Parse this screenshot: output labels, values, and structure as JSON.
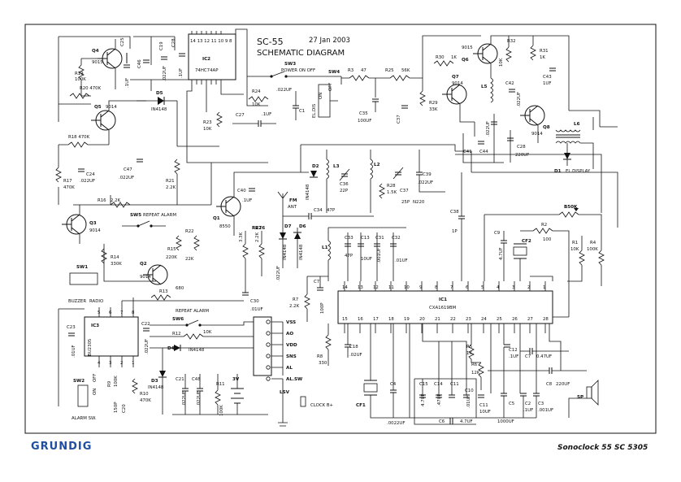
{
  "title": "SC-55",
  "date": "27 Jan 2003",
  "subtitle": "SCHEMATIC DIAGRAM",
  "brand": "GRUNDIG",
  "model": "Sonoclock 55 SC 5305",
  "labels": {
    "q4": "Q4",
    "q4_type": "9015",
    "q5": "Q5",
    "q5_type": "9014",
    "c25": "C25",
    "c46": "C46",
    "c19": "C19",
    "c28": "C28",
    "c19_v": ".022UF",
    "c28_v": ".1UF",
    "c46_v": ".1UF",
    "r19": "R19",
    "r19_v": "100K",
    "r20": "R20 470K",
    "d5": "D5",
    "d5_type": "IN4148",
    "r18": "R18 470K",
    "r17": "R17",
    "r17_v": "470K",
    "c24": "C24",
    "c24_v": ".022UF",
    "c47": "C47",
    "c47_v": ".022UF",
    "r21": "R21",
    "r21_v": "2.2K",
    "ic2": "IC2",
    "ic2_type": "74HC74AP",
    "r24": "R24",
    "r24_v": "10K",
    "r23": "R23",
    "r23_v": "10K",
    "r24_c": ".022UF",
    "c27": "C27",
    "c27_v": ".1UF",
    "c1": "C1",
    "sw3": "SW3",
    "sw3_t": "POWER ON OFF",
    "sw4": "SW4",
    "eldis": "EL.DIS",
    "on": "ON",
    "off": "OFF",
    "r3": "R3",
    "r3_v": "47",
    "r25": "R25",
    "r25_v": "56K",
    "c35": "C35",
    "c35_v": "100UF",
    "r30": "R30",
    "r30_v": "1K",
    "q7": "Q7",
    "q7_type": "9014",
    "r29": "R29",
    "r29_v": "33K",
    "c37": "C37",
    "q6_type": "9015",
    "q6": "Q6",
    "r32": "R32",
    "r32_v": "10K",
    "r31": "R31",
    "r31_v": "1K",
    "c43": "C43",
    "c43_v": "1UF",
    "l5": "L5",
    "c42": "C42",
    "c42_v": ".022UF",
    "q8": "Q8",
    "q8_type": "9014",
    "l6": "L6",
    "c41": "C41",
    "c44": "C44",
    "c44_v": ".022UF",
    "c28b": "C28",
    "c28b_v": "220UF",
    "d1": "D1",
    "d1_t": "EL.DISPLAY",
    "c40": "C40",
    "c40_v": ".1UF",
    "q1": "Q1",
    "q1_type": "8550",
    "d2": "D2",
    "d2_type": "IN4148",
    "l3": "L3",
    "c36": "C36",
    "c36_v": "22P",
    "l2": "L2",
    "r28": "R28",
    "r28_v": "1.5K",
    "c37b": "C37",
    "c39": "C39",
    "c39_v": ".022UF",
    "c25p": "25P",
    "n220": "N220",
    "r16": "R16",
    "r16_v": "2.2K",
    "q3": "Q3",
    "q3_type": "9014",
    "sw5": "SW5",
    "sw5_t": "REPEAT ALARM",
    "r14": "R14",
    "r14_v": "330K",
    "r15": "R15",
    "r15_v": "220K",
    "r22": "R22",
    "r22_v": "22K",
    "q2": "Q2",
    "q2_type": "9014",
    "r13": "R13",
    "r13_v": "680",
    "sw1": "SW1",
    "buzzer": "BUZZER",
    "radio": "RADIO",
    "fm_ant": "FM",
    "ant": "ANT",
    "d7": "D7",
    "d6": "D6",
    "d7_type": "IN4148",
    "d6_type": "IN4148",
    "c34": "C34",
    "c34_v": "47P",
    "r27": "R27",
    "r27_v": "3.3K",
    "r26": "R26",
    "r26_v": "2.2K",
    "c26_v": ".022UF",
    "l1": "L1",
    "c33": "C33",
    "c33_v": "47P",
    "c13": "C13",
    "c13_v": "10UF",
    "c31": "C31",
    "c31_v": ".001UF",
    "c32": "C32",
    "c32_v": ".01UF",
    "c38": "C38",
    "c38_v": "1P",
    "c9": "C9",
    "c9_v": "4.7UF",
    "cf2": "CF2",
    "r2": "R2",
    "r2_v": "100",
    "b50k": "B50K",
    "r1": "R1",
    "r1_v": "10K",
    "r4": "R4",
    "r4_v": "100K",
    "c30": "C30",
    "c30_v": ".01UF",
    "r7": "R7",
    "r7_v": "2.2K",
    "c7": "C7",
    "c7_v": "100P",
    "ic1": "IC1",
    "ic1_type": "CXA1619BM",
    "pins_top": [
      "14",
      "13",
      "12",
      "11",
      "10",
      "9",
      "8",
      "7",
      "6",
      "5",
      "4",
      "3",
      "2",
      "1"
    ],
    "pins_bot": [
      "15",
      "16",
      "17",
      "18",
      "19",
      "20",
      "21",
      "22",
      "23",
      "24",
      "25",
      "26",
      "27",
      "28"
    ],
    "c23": "C23",
    "c23_v": ".01UF",
    "ic3": "IC3",
    "ic3_type": "BU2305",
    "c22": "C22",
    "c22_v": ".022UF",
    "ic3_pins": [
      "5",
      "6",
      "7",
      "8",
      "4",
      "3",
      "2",
      "1"
    ],
    "sw6": "SW6",
    "sw6_t": "REPEAT ALARM",
    "r12": "R12",
    "r12_v": "10K",
    "d4": "D4",
    "d4_type": "IN4148",
    "d3": "D3",
    "d3_type": "IN4148",
    "r10": "R10",
    "r10_v": "470K",
    "c20": "C20",
    "r9": "R9",
    "r9_v": "100K",
    "c21": "C21",
    "c21_v": ".022UF",
    "c48": "C48",
    "c48_v": ".022UF",
    "r11": "R11",
    "r11_v": "100K",
    "v3": "3V",
    "sw2": "SW2",
    "alarm_sw": "ALARM SW.",
    "on2": "ON",
    "off2": "OFF",
    "c150p": "150P",
    "conn": [
      "VSS",
      "AO",
      "VDD",
      "SNS",
      "AL",
      "AL.SW"
    ],
    "lsv": "LSV",
    "clock": "CLOCK B+",
    "r8": "R8",
    "r8_v": "330",
    "c18": "C18",
    "c18_v": ".02UF",
    "cf1": "CF1",
    "c4": "C4",
    "c4_v": ".0022UF",
    "c15": "C15",
    "c15_v": "4.7UF",
    "c14": "C14",
    "c14_v": ".47UF",
    "c11": "C11",
    "c10": "C10",
    "c10_v": ".01UF",
    "r5": "R5",
    "r5_v": "1K",
    "r6": "R6",
    "r6_v": "12K",
    "c12": "C12",
    "c12_v": ".1UF",
    "c7b": "C7",
    "c7b_v": "0.47UF",
    "c6": "C6",
    "c6_v": "4.7UF",
    "c11_v": "10UF",
    "c5": "C5",
    "c5_v": "1000UF",
    "c2": "C2",
    "c2_v": ".1UF",
    "c3": "C3",
    "c3_v": ".001UF",
    "c8": "C8",
    "c8_v": "220UF",
    "sp": "SP"
  }
}
